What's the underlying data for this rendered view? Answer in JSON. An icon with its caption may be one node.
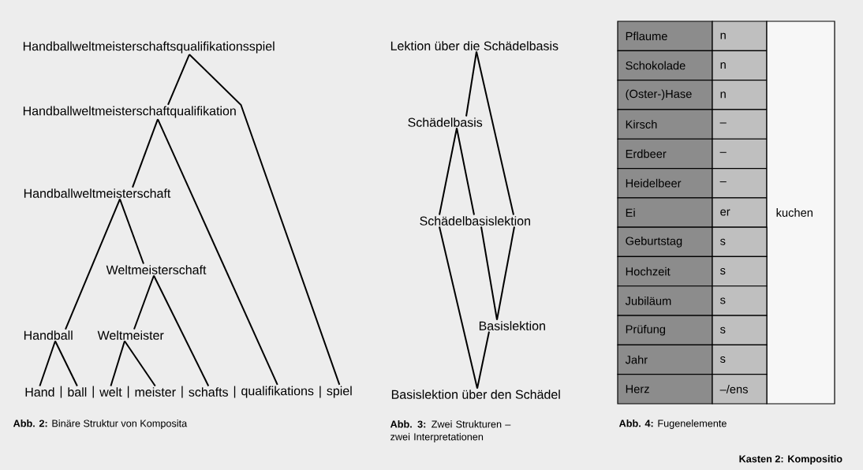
{
  "diagram": {
    "nodes": [
      {
        "text": [
          "Handballweltmeisterschaftsqualifikationsspiel"
        ]
      },
      {
        "text": [
          "Handballweltmeisterschaftqualifikation"
        ]
      },
      {
        "text": [
          "Handballweltmeisterschaft"
        ]
      },
      {
        "text": [
          "Weltmeisterschaft"
        ]
      },
      {
        "text": [
          "Handball"
        ]
      },
      {
        "text": [
          "Weltmeister"
        ]
      },
      {
        "text": [
          "Hand"
        ]
      },
      {
        "text": [
          "ball"
        ]
      },
      {
        "text": [
          "welt"
        ]
      },
      {
        "text": [
          "meister"
        ]
      },
      {
        "text": [
          "schafts"
        ]
      },
      {
        "text": [
          "qualifikations"
        ]
      },
      {
        "text": [
          "spiel"
        ]
      },
      {
        "text": [
          "Lektion über die Schädelbasis"
        ]
      },
      {
        "text": [
          "Schädelbasis"
        ]
      },
      {
        "text": [
          "Schädelbasislektion"
        ]
      },
      {
        "text": [
          "Basislektion"
        ]
      },
      {
        "text": [
          "Basislektion über den Schädel"
        ]
      }
    ],
    "edges": [
      {
        "from": 0,
        "to": 1,
        "arrow": "none"
      },
      {
        "from": 0,
        "to": 12,
        "arrow": "none"
      },
      {
        "from": 1,
        "to": 2,
        "arrow": "none"
      },
      {
        "from": 1,
        "to": 11,
        "arrow": "none"
      },
      {
        "from": 2,
        "to": 4,
        "arrow": "none"
      },
      {
        "from": 2,
        "to": 3,
        "arrow": "none"
      },
      {
        "from": 3,
        "to": 5,
        "arrow": "none"
      },
      {
        "from": 3,
        "to": 10,
        "arrow": "none"
      },
      {
        "from": 4,
        "to": 6,
        "arrow": "none"
      },
      {
        "from": 4,
        "to": 7,
        "arrow": "none"
      },
      {
        "from": 5,
        "to": 8,
        "arrow": "none"
      },
      {
        "from": 5,
        "to": 9,
        "arrow": "none"
      },
      {
        "from": 13,
        "to": 14,
        "arrow": "none"
      },
      {
        "from": 13,
        "to": 15,
        "arrow": "none"
      },
      {
        "from": 14,
        "to": 15,
        "arrow": "none"
      },
      {
        "from": 14,
        "to": 15,
        "arrow": "none"
      },
      {
        "from": 17,
        "to": 15,
        "arrow": "none"
      },
      {
        "from": 17,
        "to": 16,
        "arrow": "none"
      },
      {
        "from": 16,
        "to": 15,
        "arrow": "none"
      },
      {
        "from": 16,
        "to": 15,
        "arrow": "none"
      }
    ],
    "labels": [
      "|",
      "|",
      "|",
      "|",
      "|",
      "|",
      "**Abb. 2:** Binäre Struktur von Komposita",
      "**Abb. 3:** Zwei Strukturen – zwei Interpretationen",
      "Pflaume",
      "n",
      "Schokolade",
      "n",
      "(Oster-)Hase",
      "n",
      "Kirsch",
      "–",
      "Erdbeer",
      "–",
      "Heidelbeer",
      "–",
      "Ei",
      "er",
      "kuchen",
      "Geburtstag",
      "s",
      "Hochzeit",
      "s",
      "Jubiläum",
      "s",
      "Prüfung",
      "s",
      "Jahr",
      "s",
      "Herz",
      "–/ens",
      "**Abb. 4:** Fugenelemente",
      "Kasten 2: Kompositio"
    ]
  }
}
